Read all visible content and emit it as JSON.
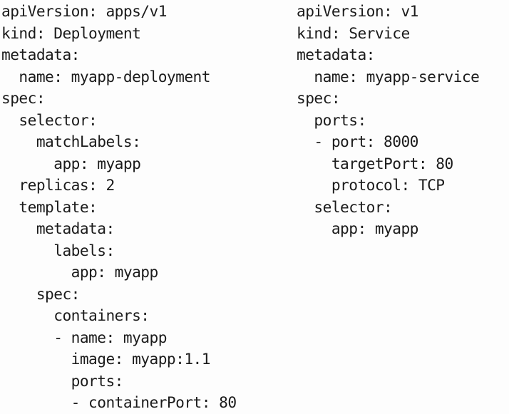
{
  "background_color": "#fdfdfd",
  "text_color": "#1b1b1b",
  "document": {
    "type": "kubernetes-yaml-manifests",
    "columns": [
      {
        "name": "deployment-manifest",
        "kind": "Deployment",
        "lines": [
          "apiVersion: apps/v1",
          "kind: Deployment",
          "metadata:",
          "  name: myapp-deployment",
          "spec:",
          "  selector:",
          "    matchLabels:",
          "      app: myapp",
          "  replicas: 2",
          "  template:",
          "    metadata:",
          "      labels:",
          "        app: myapp",
          "    spec:",
          "      containers:",
          "      - name: myapp",
          "        image: myapp:1.1",
          "        ports:",
          "        - containerPort: 80"
        ],
        "fields": {
          "apiVersion": "apps/v1",
          "kind": "Deployment",
          "metadata_name": "myapp-deployment",
          "selector_matchLabels_app": "myapp",
          "replicas": "2",
          "template_metadata_labels_app": "myapp",
          "container_name": "myapp",
          "container_image": "myapp:1.1",
          "container_port": "80"
        }
      },
      {
        "name": "service-manifest",
        "kind": "Service",
        "lines": [
          "apiVersion: v1",
          "kind: Service",
          "metadata:",
          "  name: myapp-service",
          "spec:",
          "  ports:",
          "  - port: 8000",
          "    targetPort: 80",
          "    protocol: TCP",
          "  selector:",
          "    app: myapp"
        ],
        "fields": {
          "apiVersion": "v1",
          "kind": "Service",
          "metadata_name": "myapp-service",
          "port": "8000",
          "targetPort": "80",
          "protocol": "TCP",
          "selector_app": "myapp"
        }
      }
    ]
  }
}
